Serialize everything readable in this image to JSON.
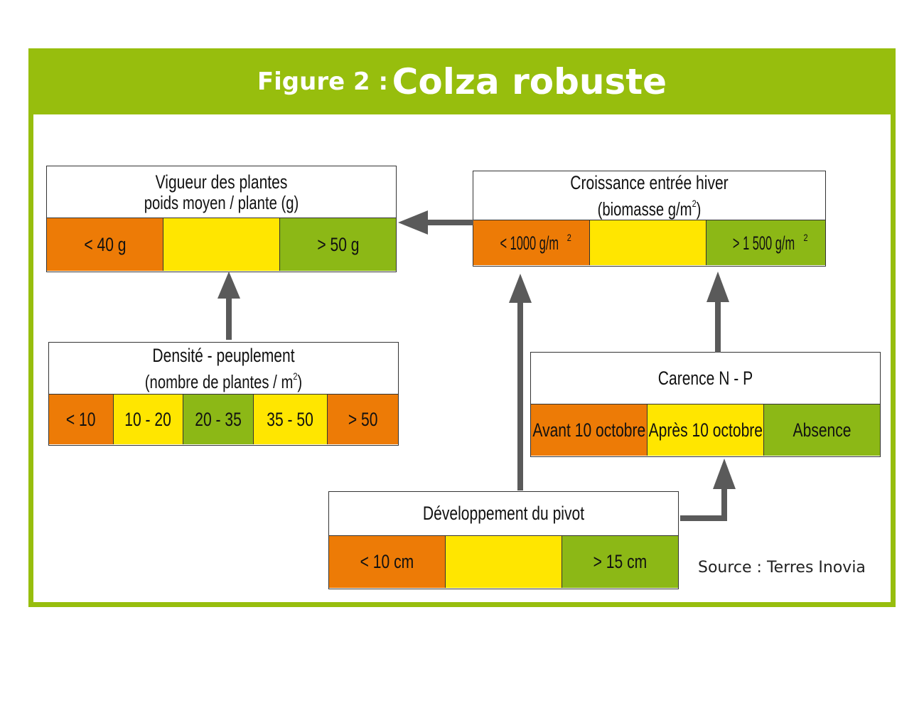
{
  "header": {
    "figure_label": "Figure 2 :",
    "title": "Colza robuste"
  },
  "colors": {
    "frame": "#97be0d",
    "orange": "#ed7b06",
    "yellow": "#ffe600",
    "green": "#8cb816",
    "arrow": "#5a5a5a"
  },
  "boxes": {
    "vigueur": {
      "title": "Vigueur des plantes",
      "subtitle": "poids moyen / plante (g)",
      "cells": [
        {
          "label": "< 40 g",
          "color": "orange"
        },
        {
          "label": "",
          "color": "yellow"
        },
        {
          "label": "> 50 g",
          "color": "green"
        }
      ]
    },
    "croissance": {
      "title": "Croissance entrée hiver",
      "subtitle": "(biomasse g/m",
      "subtitle_sup": "2",
      "subtitle_end": ")",
      "cells": [
        {
          "label": "< 1000 g/m",
          "sup": "2",
          "color": "orange"
        },
        {
          "label": "",
          "color": "yellow"
        },
        {
          "label": "> 1 500 g/m",
          "sup": "2",
          "color": "green"
        }
      ]
    },
    "densite": {
      "title": "Densité - peuplement",
      "subtitle": "(nombre de plantes / m",
      "subtitle_sup": "2",
      "subtitle_end": ")",
      "cells": [
        {
          "label": "< 10",
          "color": "orange"
        },
        {
          "label": "10 - 20",
          "color": "yellow"
        },
        {
          "label": "20 - 35",
          "color": "green"
        },
        {
          "label": "35 - 50",
          "color": "yellow"
        },
        {
          "label": "> 50",
          "color": "orange"
        }
      ]
    },
    "carence": {
      "title": "Carence N - P",
      "cells": [
        {
          "label": "Avant 10 octobre",
          "color": "orange"
        },
        {
          "label": "Après 10 octobre",
          "color": "yellow"
        },
        {
          "label": "Absence",
          "color": "green"
        }
      ]
    },
    "pivot": {
      "title": "Développement du pivot",
      "cells": [
        {
          "label": "< 10 cm",
          "color": "orange"
        },
        {
          "label": "",
          "color": "yellow"
        },
        {
          "label": "> 15 cm",
          "color": "green"
        }
      ]
    }
  },
  "source": "Source : Terres Inovia"
}
